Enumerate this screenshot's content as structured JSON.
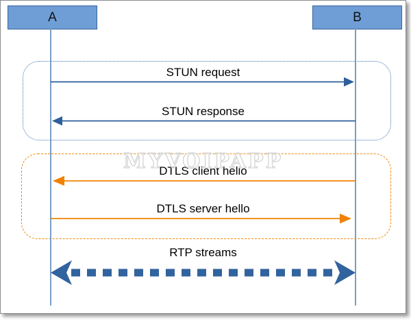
{
  "diagram": {
    "actors": [
      {
        "label": "A"
      },
      {
        "label": "B"
      }
    ],
    "messages": [
      {
        "label": "STUN request",
        "from": "A",
        "to": "B",
        "line": "solid"
      },
      {
        "label": "STUN response",
        "from": "B",
        "to": "A",
        "line": "solid"
      },
      {
        "label": "DTLS client hello",
        "from": "B",
        "to": "A",
        "line": "solid"
      },
      {
        "label": "DTLS server hello",
        "from": "A",
        "to": "B",
        "line": "solid"
      },
      {
        "label": "RTP streams",
        "from": "A",
        "to": "B",
        "line": "thick-dashed-bidirectional"
      }
    ],
    "groups": [
      {
        "name": "stun-exchange",
        "contains": [
          "STUN request",
          "STUN response"
        ]
      },
      {
        "name": "dtls-handshake",
        "contains": [
          "DTLS client hello",
          "DTLS server hello"
        ]
      }
    ],
    "watermark": "MYVOIPAPP"
  },
  "colors": {
    "actor_fill": "#6f9ed6",
    "actor_border": "#38639c",
    "lifeline": "#7b9cc4",
    "stun_arrow": "#2e5e9c",
    "dtls_arrow": "#f08200",
    "rtp_arrow": "#31639e",
    "stun_group_border": "#3f74b4",
    "dtls_group_border": "#f08705",
    "watermark_text": "#d4d4d4"
  }
}
